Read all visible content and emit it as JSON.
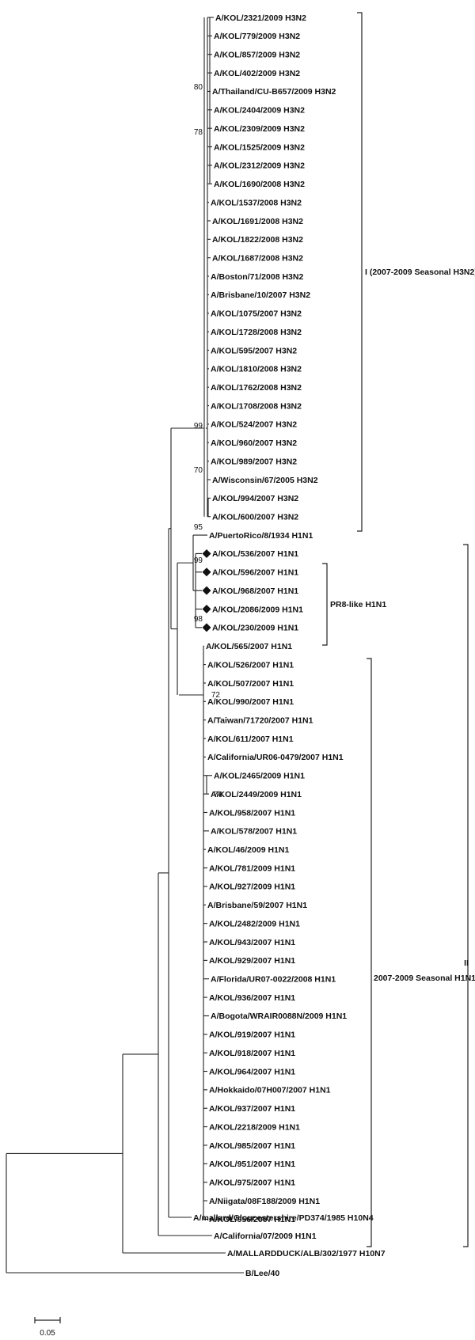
{
  "tree": {
    "line_color": "#222222",
    "marker_color": "#111111",
    "scale_bar_label": "0.05",
    "leaves": [
      "A/KOL/2321/2009 H3N2",
      "A/KOL/779/2009 H3N2",
      "A/KOL/857/2009 H3N2",
      "A/KOL/402/2009 H3N2",
      "A/Thailand/CU-B657/2009 H3N2",
      "A/KOL/2404/2009 H3N2",
      "A/KOL/2309/2009 H3N2",
      "A/KOL/1525/2009 H3N2",
      "A/KOL/2312/2009 H3N2",
      "A/KOL/1690/2008 H3N2",
      "A/KOL/1537/2008 H3N2",
      "A/KOL/1691/2008 H3N2",
      "A/KOL/1822/2008 H3N2",
      "A/KOL/1687/2008 H3N2",
      "A/Boston/71/2008 H3N2",
      "A/Brisbane/10/2007 H3N2",
      "A/KOL/1075/2007 H3N2",
      "A/KOL/1728/2008 H3N2",
      "A/KOL/595/2007 H3N2",
      "A/KOL/1810/2008 H3N2",
      "A/KOL/1762/2008 H3N2",
      "A/KOL/1708/2008 H3N2",
      "A/KOL/524/2007 H3N2",
      "A/KOL/960/2007 H3N2",
      "A/KOL/989/2007 H3N2",
      "A/Wisconsin/67/2005 H3N2",
      "A/KOL/994/2007 H3N2",
      "A/KOL/600/2007 H3N2",
      "A/PuertoRico/8/1934 H1N1",
      "A/KOL/536/2007 H1N1",
      "A/KOL/596/2007 H1N1",
      "A/KOL/968/2007 H1N1",
      "A/KOL/2086/2009 H1N1",
      "A/KOL/230/2009 H1N1",
      "A/KOL/565/2007 H1N1",
      "A/KOL/526/2007 H1N1",
      "A/KOL/507/2007 H1N1",
      "A/KOL/990/2007 H1N1",
      "A/Taiwan/71720/2007 H1N1",
      "A/KOL/611/2007 H1N1",
      "A/California/UR06-0479/2007 H1N1",
      "A/KOL/2465/2009 H1N1",
      "A/KOL/2449/2009 H1N1",
      "A/KOL/958/2007 H1N1",
      "A/KOL/578/2007 H1N1",
      "A/KOL/46/2009 H1N1",
      "A/KOL/781/2009 H1N1",
      "A/KOL/927/2009 H1N1",
      "A/Brisbane/59/2007 H1N1",
      "A/KOL/2482/2009 H1N1",
      "A/KOL/943/2007 H1N1",
      "A/KOL/929/2007 H1N1",
      "A/Florida/UR07-0022/2008 H1N1",
      "A/KOL/936/2007 H1N1",
      "A/Bogota/WRAIR0088N/2009 H1N1",
      "A/KOL/919/2007 H1N1",
      "A/KOL/918/2007 H1N1",
      "A/KOL/964/2007 H1N1",
      "A/Hokkaido/07H007/2007 H1N1",
      "A/KOL/937/2007 H1N1",
      "A/KOL/2218/2009 H1N1",
      "A/KOL/985/2007 H1N1",
      "A/KOL/951/2007 H1N1",
      "A/KOL/975/2007 H1N1",
      "A/Niigata/08F188/2009 H1N1",
      "A/KOL/956/2007 H1N1",
      "A/mallard/Gloucestershire/PD374/1985 H10N4",
      "A/California/07/2009 H1N1",
      "A/MALLARDDUCK/ALB/302/1977 H10N7",
      "B/Lee/40"
    ],
    "bootstrap": [
      "80",
      "78",
      "99",
      "70",
      "95",
      "99",
      "98",
      "72",
      "74"
    ],
    "clades": {
      "h3n2": "I (2007-2009 Seasonal H3N2)",
      "pr8": "PR8-like H1N1",
      "h1n1": "2007-2009 Seasonal H1N1",
      "group2": "II"
    }
  }
}
